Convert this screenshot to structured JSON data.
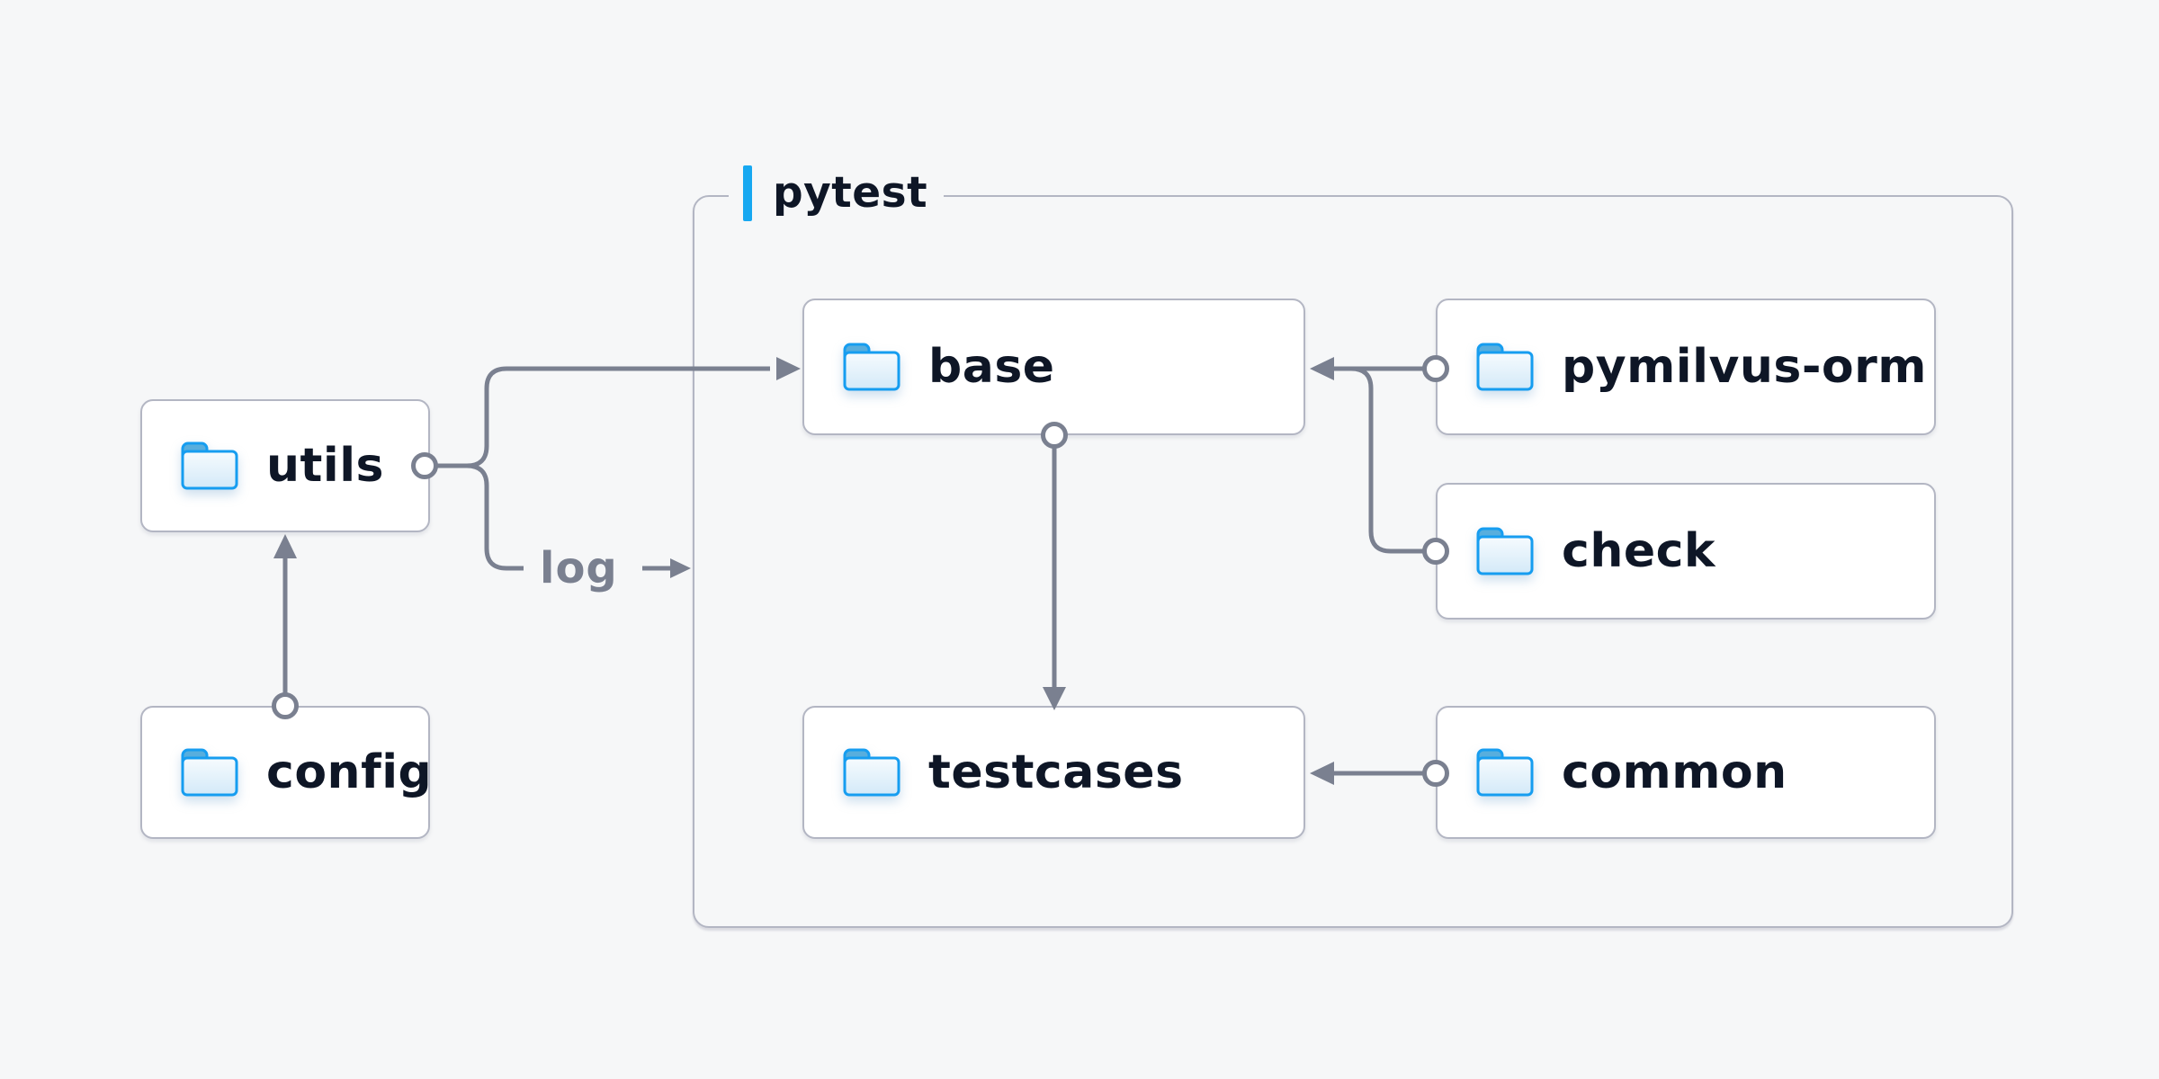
{
  "diagram": {
    "title_group": {
      "label": "pytest",
      "accent_color": "#17a8f1"
    },
    "nodes": [
      {
        "id": "utils",
        "label": "utils",
        "icon": "folder-icon"
      },
      {
        "id": "config",
        "label": "config",
        "icon": "folder-icon"
      },
      {
        "id": "base",
        "label": "base",
        "icon": "folder-icon",
        "group": "pytest"
      },
      {
        "id": "testcases",
        "label": "testcases",
        "icon": "folder-icon",
        "group": "pytest"
      },
      {
        "id": "pymilvus-orm",
        "label": "pymilvus-orm",
        "icon": "folder-icon",
        "group": "pytest"
      },
      {
        "id": "check",
        "label": "check",
        "icon": "folder-icon",
        "group": "pytest"
      },
      {
        "id": "common",
        "label": "common",
        "icon": "folder-icon",
        "group": "pytest"
      }
    ],
    "edges": [
      {
        "from": "config",
        "to": "utils",
        "style": "arrow"
      },
      {
        "from": "utils",
        "to": "base",
        "style": "arrow"
      },
      {
        "from": "utils",
        "to": "log",
        "style": "labeled",
        "label": "log"
      },
      {
        "from": "base",
        "to": "testcases",
        "style": "arrow"
      },
      {
        "from": "pymilvus-orm",
        "to": "base",
        "style": "arrow"
      },
      {
        "from": "check",
        "to": "base",
        "style": "arrow-merged"
      },
      {
        "from": "common",
        "to": "testcases",
        "style": "arrow"
      }
    ],
    "edge_label": "log",
    "colors": {
      "background": "#f6f7f8",
      "node_fill": "#ffffff",
      "node_border": "#b3b6c3",
      "node_text": "#0e1626",
      "connector": "#7a8090",
      "folder_stroke": "#169df0",
      "folder_tab_fill": "#58aedd",
      "folder_body_fill": "#e2f0fa",
      "accent": "#17a8f1"
    }
  }
}
